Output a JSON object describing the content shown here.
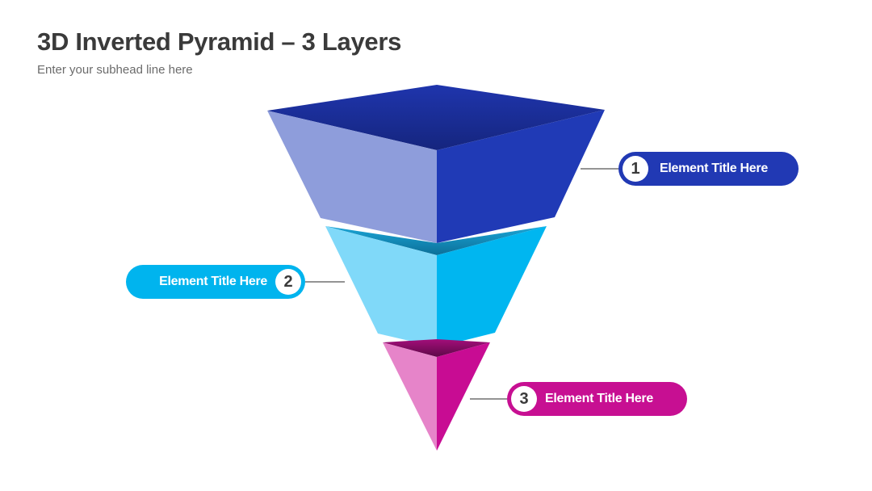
{
  "title": "3D Inverted Pyramid – 3 Layers",
  "subtitle": "Enter your subhead line here",
  "layers": [
    {
      "number": "1",
      "label": "Element Title Here",
      "colors": {
        "pill": "#2139b4",
        "left": "#8e9ddb",
        "right": "#203ab6",
        "top": "#1f35ad",
        "top_dark": "#15257e"
      }
    },
    {
      "number": "2",
      "label": "Element Title Here",
      "colors": {
        "pill": "#00b4ee",
        "left": "#80d9f9",
        "right": "#00b6f0",
        "top": "#1aa5d6",
        "top_dark": "#0c6f98"
      }
    },
    {
      "number": "3",
      "label": "Element Title Here",
      "colors": {
        "pill": "#c70f92",
        "left": "#e684c9",
        "right": "#c80c93",
        "top": "#a30e7a",
        "top_dark": "#5e0848"
      }
    }
  ]
}
